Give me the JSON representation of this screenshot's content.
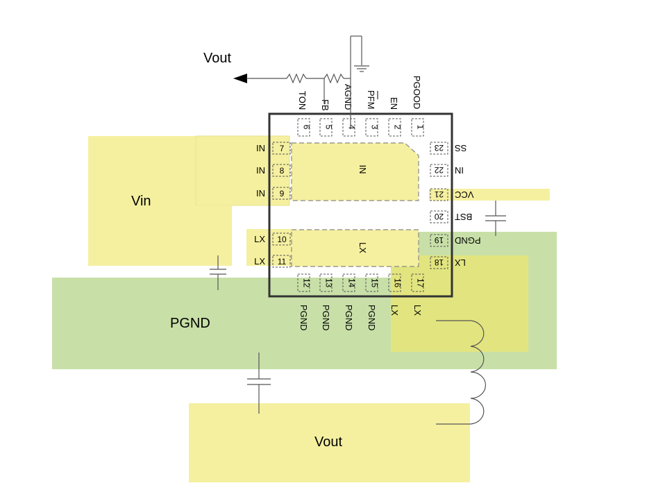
{
  "labels": {
    "vout_top": "Vout",
    "vin": "Vin",
    "pgnd": "PGND",
    "vout_bottom": "Vout",
    "pad_in": "IN",
    "pad_lx": "LX"
  },
  "pins": {
    "top": [
      {
        "num": "6",
        "name": "TON"
      },
      {
        "num": "5",
        "name": "FB"
      },
      {
        "num": "4",
        "name": "AGND"
      },
      {
        "num": "3",
        "name": "PFM"
      },
      {
        "num": "2",
        "name": "EN"
      },
      {
        "num": "1",
        "name": "PGOOD"
      }
    ],
    "left": [
      {
        "num": "7",
        "name": "IN"
      },
      {
        "num": "8",
        "name": "IN"
      },
      {
        "num": "9",
        "name": "IN"
      },
      {
        "num": "10",
        "name": "LX"
      },
      {
        "num": "11",
        "name": "LX"
      }
    ],
    "bottom": [
      {
        "num": "12",
        "name": "PGND"
      },
      {
        "num": "13",
        "name": "PGND"
      },
      {
        "num": "14",
        "name": "PGND"
      },
      {
        "num": "15",
        "name": "PGND"
      },
      {
        "num": "16",
        "name": "LX"
      },
      {
        "num": "17",
        "name": "LX"
      }
    ],
    "right": [
      {
        "num": "23",
        "name": "SS"
      },
      {
        "num": "22",
        "name": "IN"
      },
      {
        "num": "21",
        "name": "VCC"
      },
      {
        "num": "20",
        "name": "BST"
      },
      {
        "num": "19",
        "name": "PGND"
      },
      {
        "num": "18",
        "name": "LX"
      }
    ]
  },
  "colors": {
    "yellow_pad": "#f5f0a0",
    "green_pgnd": "#c8e0a8",
    "overlap": "#e2e57f",
    "outline": "#333333",
    "wire": "#555555"
  }
}
